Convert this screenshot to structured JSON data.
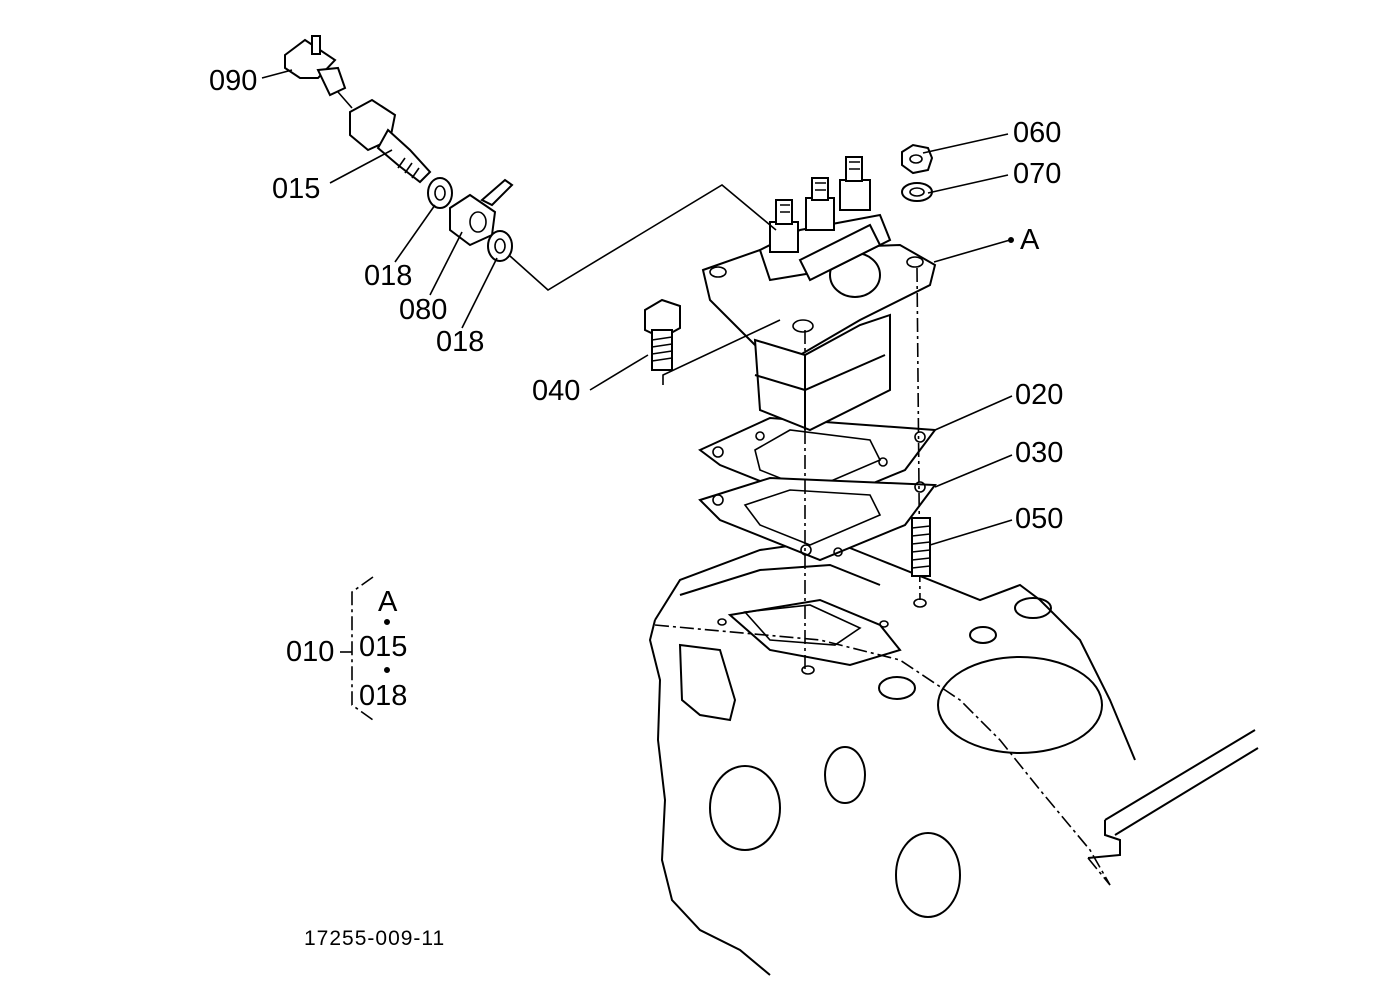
{
  "labels": {
    "p090": "090",
    "p015": "015",
    "p018a": "018",
    "p080": "080",
    "p018b": "018",
    "p040": "040",
    "p060": "060",
    "p070": "070",
    "pA": "A",
    "p020": "020",
    "p030": "030",
    "p050": "050"
  },
  "legend": {
    "group": "010",
    "items": [
      "A",
      "015",
      "018"
    ]
  },
  "drawing_number": "17255-009-11"
}
